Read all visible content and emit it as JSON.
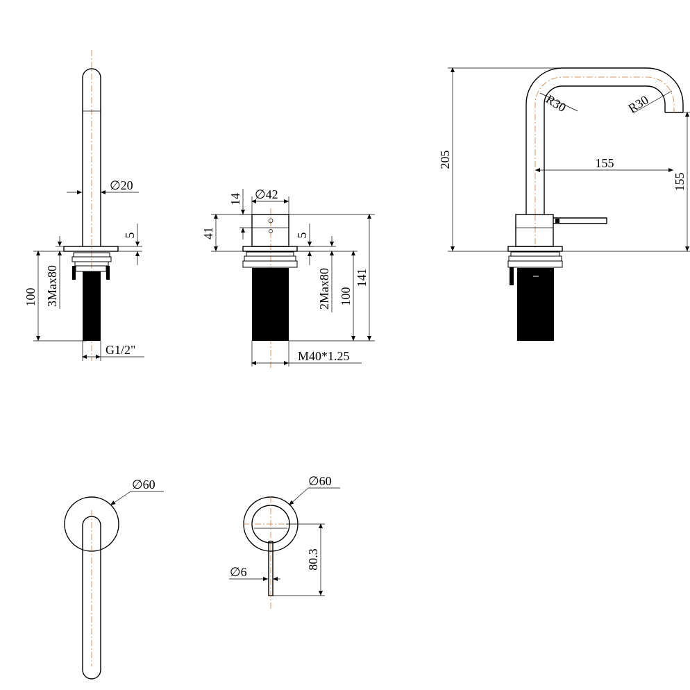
{
  "views": {
    "spout_side": {
      "dims": {
        "diameter": "∅20",
        "flange": "5",
        "height": "100",
        "thickness": "3Max80",
        "thread": "G1/2\""
      }
    },
    "mixer_side": {
      "dims": {
        "top": "14",
        "diameter": "∅42",
        "body": "41",
        "flange": "5",
        "thickness": "2Max80",
        "height": "100",
        "total": "141",
        "thread": "M40*1.25"
      }
    },
    "front_elevation": {
      "dims": {
        "radius_left": "R30",
        "radius_right": "R30",
        "total_height": "205",
        "reach": "155",
        "spout_height": "155"
      }
    },
    "spout_top": {
      "dims": {
        "diameter": "∅60"
      }
    },
    "mixer_top": {
      "dims": {
        "diameter": "∅60",
        "handle_length": "80.3",
        "handle_diameter": "∅6"
      }
    }
  }
}
